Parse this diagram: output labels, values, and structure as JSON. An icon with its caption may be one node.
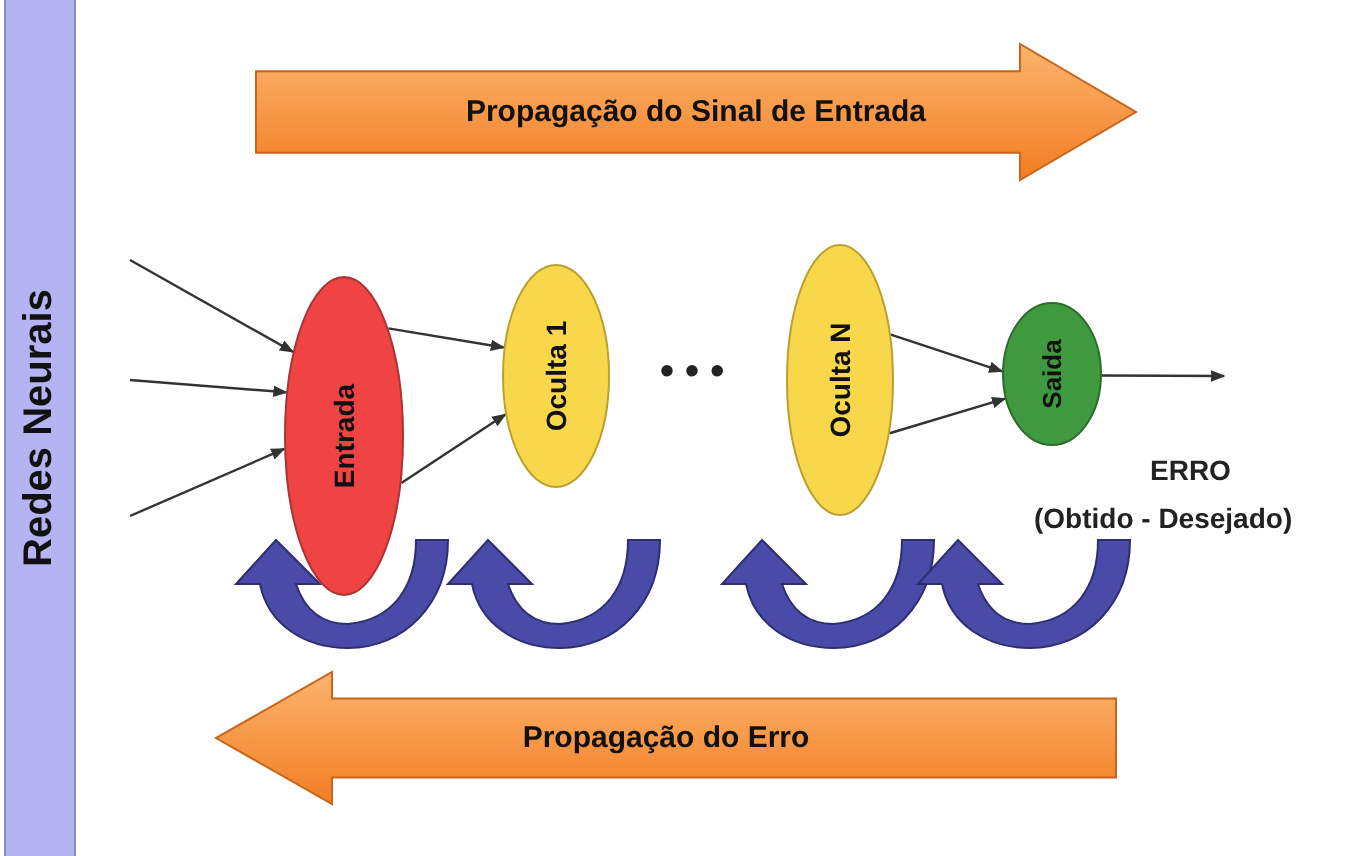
{
  "diagram": {
    "nodes": [
      {
        "text": [
          "Redes Neurais"
        ]
      },
      {
        "text": [
          "Propagação do Sinal de Entrada"
        ]
      },
      {
        "text": [
          "Entrada"
        ]
      },
      {
        "text": [
          "Oculta 1"
        ]
      },
      {
        "text": [
          "Oculta N"
        ]
      },
      {
        "text": [
          "Saida"
        ]
      },
      {
        "text": [
          "Propagação do Erro"
        ]
      }
    ],
    "edges": [
      {
        "from": null,
        "to": 2,
        "arrow": "to"
      },
      {
        "from": null,
        "to": 2,
        "arrow": "to"
      },
      {
        "from": null,
        "to": 2,
        "arrow": "to"
      },
      {
        "from": 2,
        "to": 3,
        "arrow": "to"
      },
      {
        "from": 2,
        "to": 3,
        "arrow": "to"
      },
      {
        "from": 4,
        "to": 5,
        "arrow": "to"
      },
      {
        "from": 4,
        "to": 5,
        "arrow": "to"
      },
      {
        "from": 5,
        "to": null,
        "arrow": "to"
      }
    ],
    "labels": [
      "• • •",
      "ERRO",
      "(Obtido - Desejado)"
    ]
  }
}
